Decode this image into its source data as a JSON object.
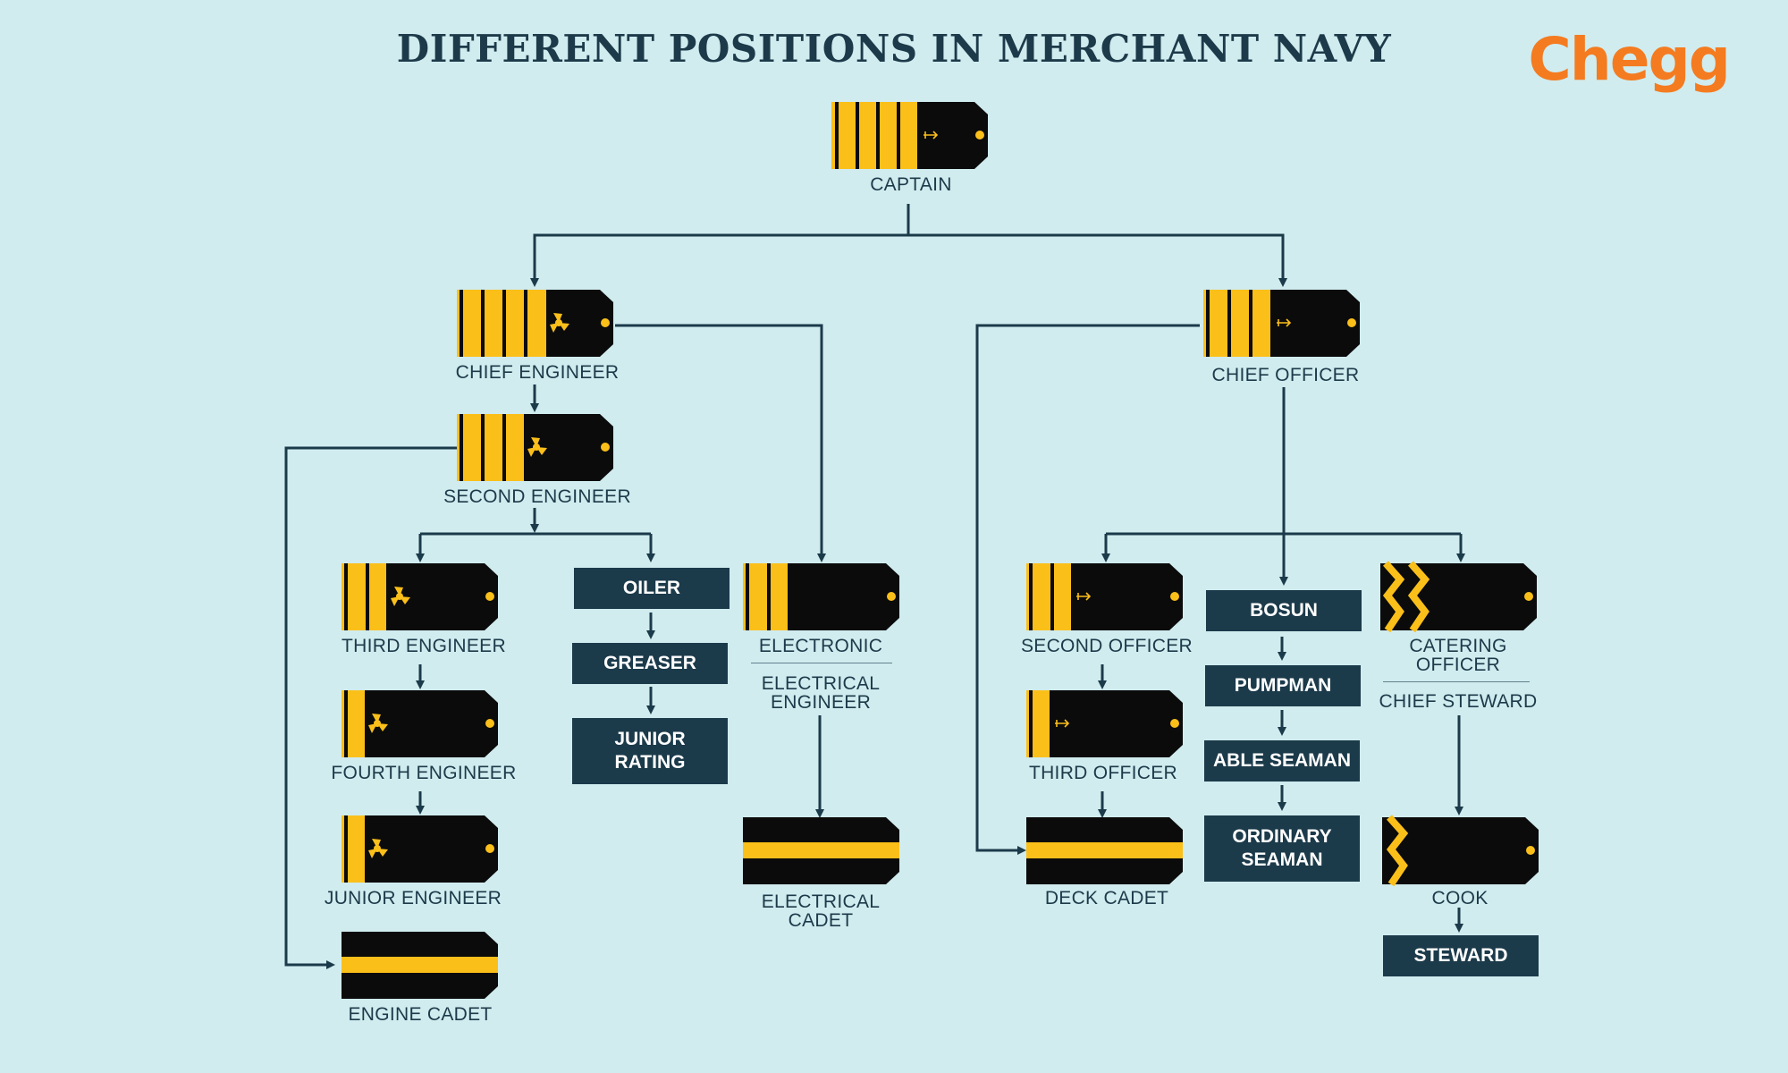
{
  "title": "DIFFERENT POSITIONS IN MERCHANT NAVY",
  "logo": "Chegg",
  "colors": {
    "background": "#d0ecef",
    "navy": "#1b3a4a",
    "gold": "#fbbf1a",
    "black": "#0b0b0b",
    "brand": "#f47b20"
  },
  "positions": {
    "captain": "CAPTAIN",
    "chief_engineer": "CHIEF ENGINEER",
    "second_engineer": "SECOND ENGINEER",
    "third_engineer": "THIRD ENGINEER",
    "fourth_engineer": "FOURTH ENGINEER",
    "junior_engineer": "JUNIOR ENGINEER",
    "engine_cadet": "ENGINE CADET",
    "oiler": "OILER",
    "greaser": "GREASER",
    "junior_rating": "JUNIOR RATING",
    "electronic": "ELECTRONIC",
    "electrical_engineer": "ELECTRICAL ENGINEER",
    "electrical_cadet": "ELECTRICAL CADET",
    "chief_officer": "CHIEF OFFICER",
    "second_officer": "SECOND OFFICER",
    "third_officer": "THIRD OFFICER",
    "deck_cadet": "DECK CADET",
    "bosun": "BOSUN",
    "pumpman": "PUMPMAN",
    "able_seaman": "ABLE SEAMAN",
    "ordinary_seaman": "ORDINARY SEAMAN",
    "catering_officer": "CATERING OFFICER",
    "chief_steward": "CHIEF STEWARD",
    "cook": "COOK",
    "steward": "STEWARD"
  },
  "insignia": {
    "captain": {
      "stripes": 4,
      "emblem": "anchor-icon"
    },
    "chief_engineer": {
      "stripes": 4,
      "emblem": "propeller-icon"
    },
    "second_engineer": {
      "stripes": 3,
      "emblem": "propeller-icon"
    },
    "third_engineer": {
      "stripes": 2,
      "emblem": "propeller-icon"
    },
    "fourth_engineer": {
      "stripes": 1,
      "emblem": "propeller-icon"
    },
    "junior_engineer": {
      "stripes": 1,
      "emblem": "propeller-icon"
    },
    "engine_cadet": {
      "stripes": 1,
      "emblem": "horizontal-stripe"
    },
    "electronic": {
      "stripes": 2,
      "emblem": "none"
    },
    "electrical_cadet": {
      "stripes": 1,
      "emblem": "horizontal-stripe"
    },
    "chief_officer": {
      "stripes": 3,
      "emblem": "anchor-icon"
    },
    "second_officer": {
      "stripes": 2,
      "emblem": "anchor-icon"
    },
    "third_officer": {
      "stripes": 1,
      "emblem": "anchor-icon"
    },
    "deck_cadet": {
      "stripes": 1,
      "emblem": "horizontal-stripe"
    },
    "catering_officer": {
      "stripes": 2,
      "emblem": "zigzag"
    },
    "cook": {
      "stripes": 1,
      "emblem": "zigzag"
    }
  }
}
